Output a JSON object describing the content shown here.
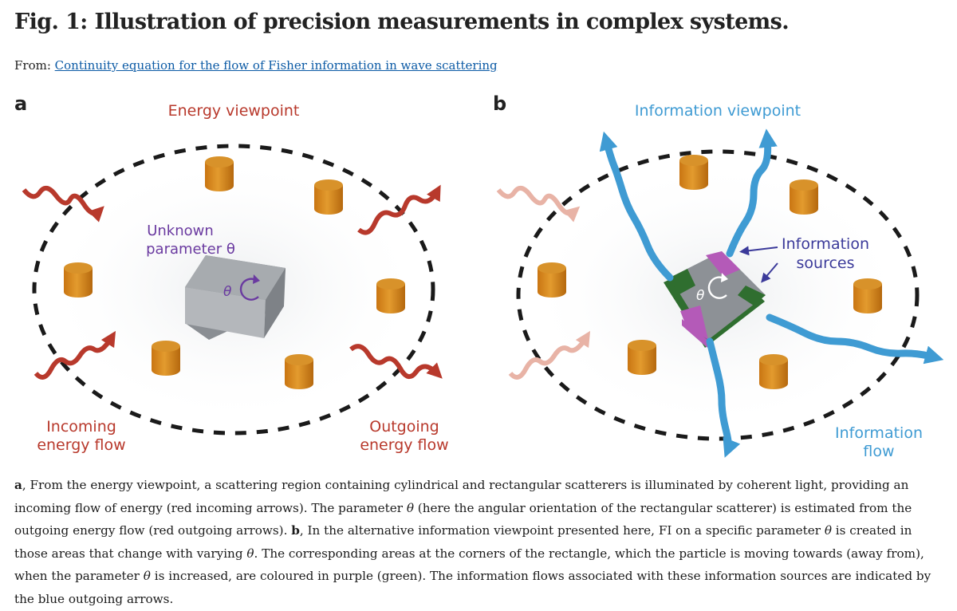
{
  "title": "Fig. 1: Illustration of precision measurements in complex systems.",
  "from_label": "From:",
  "from_link": "Continuity equation for the flow of Fisher information in wave scattering",
  "panel_a": {
    "letter": "a",
    "heading": "Energy viewpoint",
    "unknown_line1": "Unknown",
    "unknown_line2": "parameter θ",
    "theta": "θ",
    "incoming_line1": "Incoming",
    "incoming_line2": "energy flow",
    "outgoing_line1": "Outgoing",
    "outgoing_line2": "energy flow"
  },
  "panel_b": {
    "letter": "b",
    "heading": "Information viewpoint",
    "sources_line1": "Information",
    "sources_line2": "sources",
    "theta": "θ",
    "flow_line1": "Information",
    "flow_line2": "flow"
  },
  "colors": {
    "energy_red": "#b8392c",
    "faded_red": "#e8b3a6",
    "info_blue": "#3f9bd3",
    "label_blue": "#3f9bd3",
    "purple": "#6a3aa0",
    "source_purple": "#b45ab8",
    "source_green": "#2f6e2f",
    "scatterer_orange": "#d98a1c",
    "rectangle_grey": "#9a9ea3"
  },
  "caption": {
    "a_letter": "a",
    "a_text_1": ", From the energy viewpoint, a scattering region containing cylindrical and rectangular scatterers is illuminated by coherent light, providing an incoming flow of energy (red incoming arrows). The parameter ",
    "theta": "θ",
    "a_text_2": " (here the angular orientation of the rectangular scatterer) is estimated from the outgoing energy flow (red outgoing arrows). ",
    "b_letter": "b",
    "b_text_1": ", In the alternative information viewpoint presented here, FI on a specific parameter ",
    "b_text_2": " is created in those areas that change with varying ",
    "b_text_3": ". The corresponding areas at the corners of the rectangle, which the particle is moving towards (away from), when the parameter ",
    "b_text_4": " is increased, are coloured in purple (green). The information flows associated with these information sources are indicated by the blue outgoing arrows."
  }
}
